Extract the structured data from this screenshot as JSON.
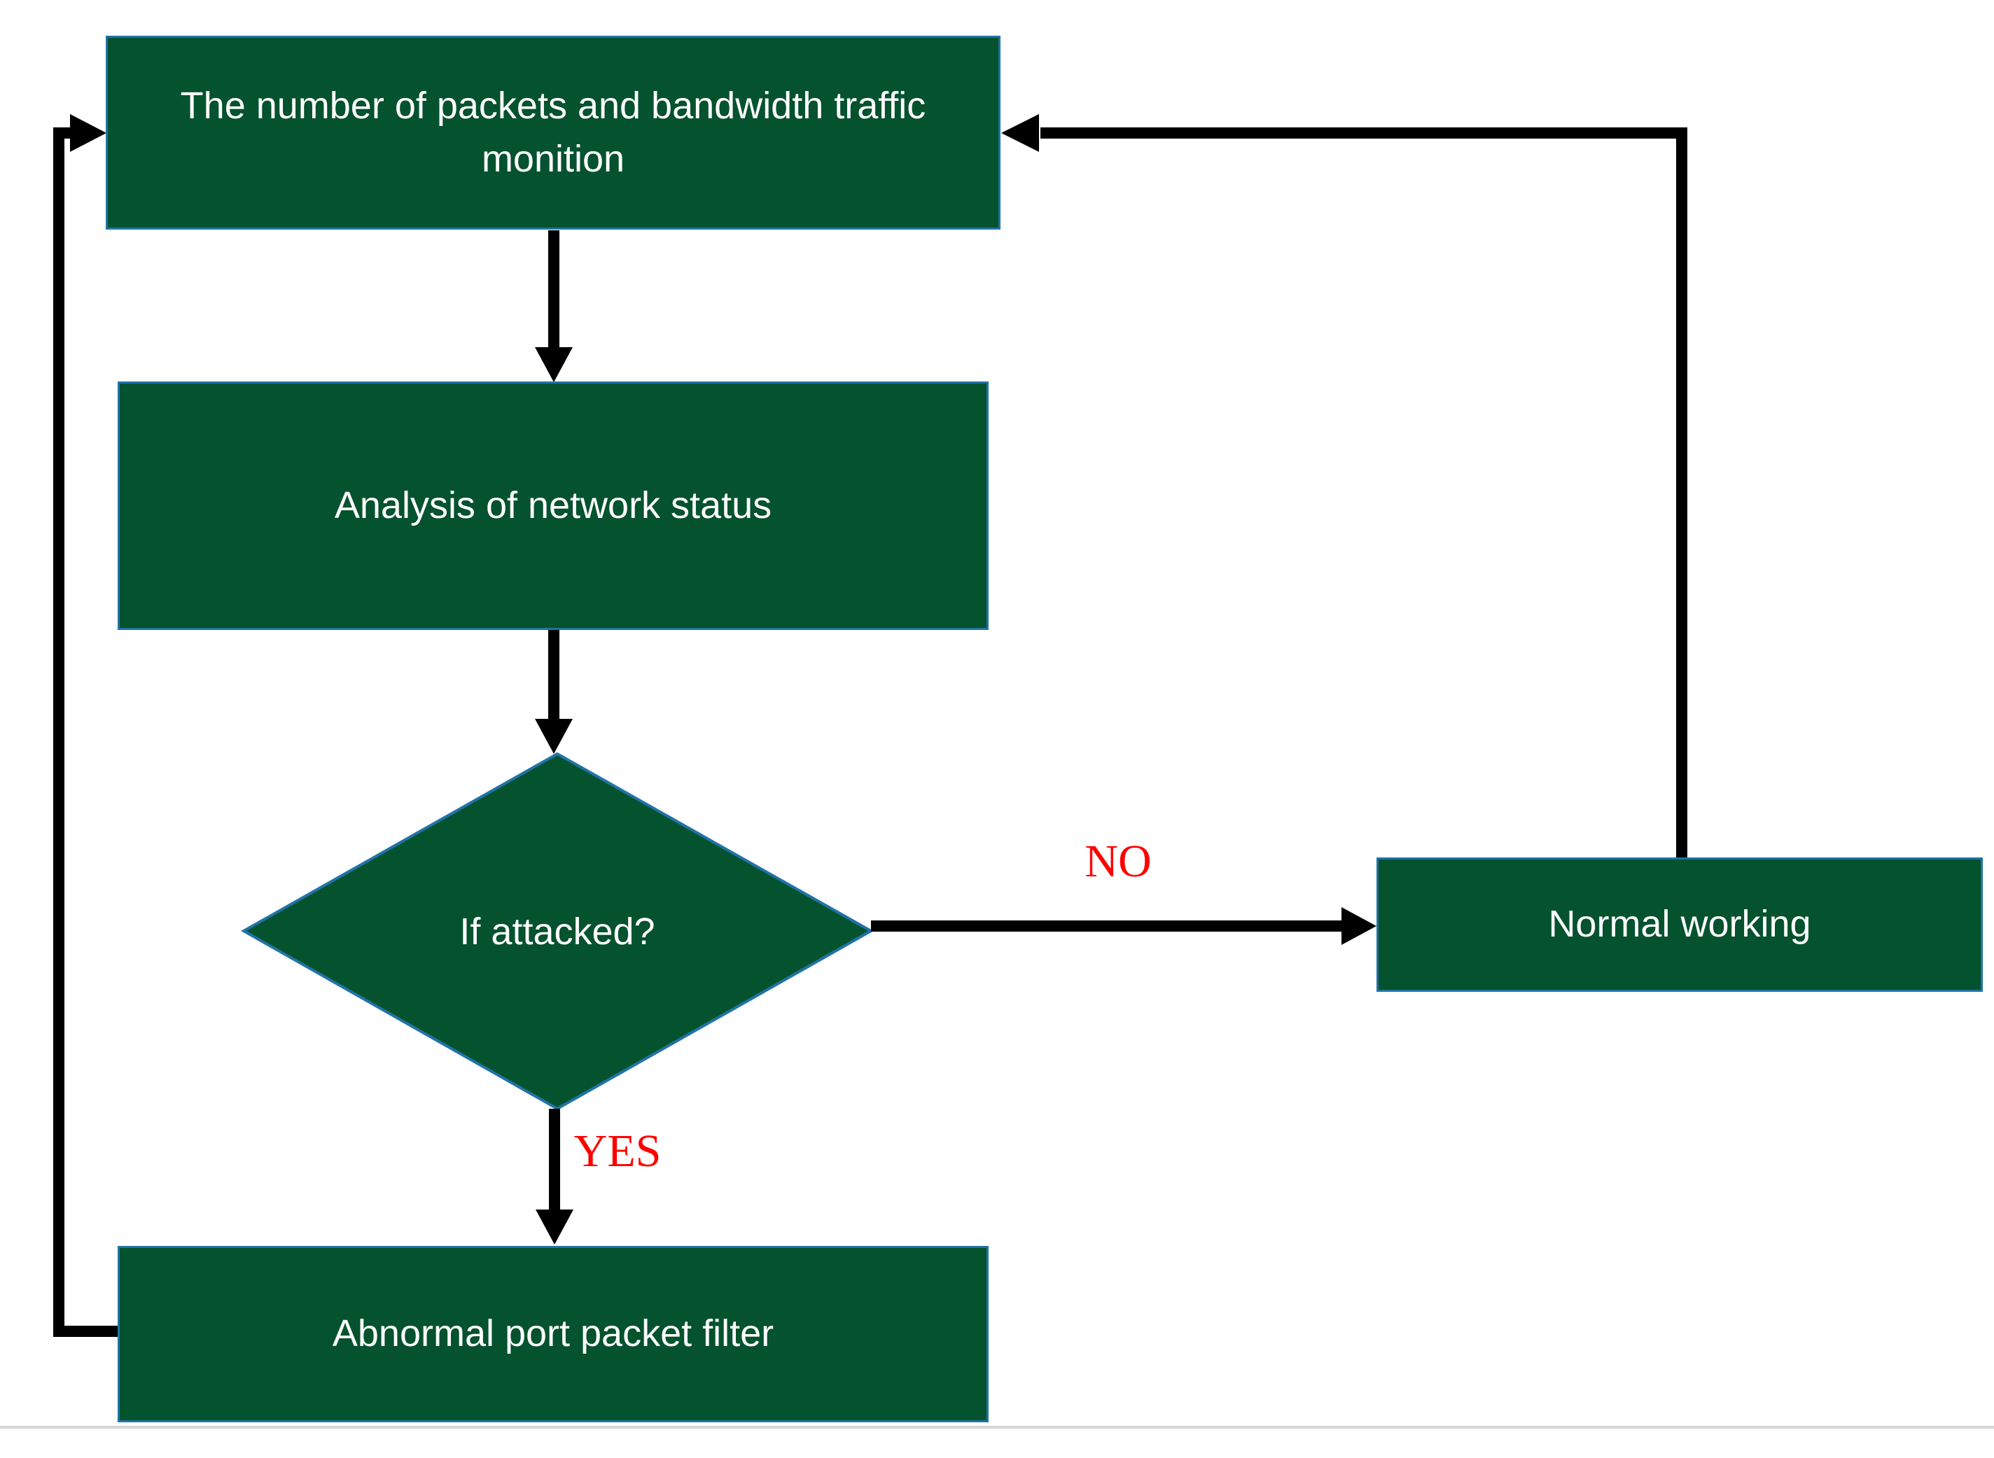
{
  "colors": {
    "node_fill": "#05522e",
    "node_border": "#2173a6",
    "node_text": "#ffffff",
    "arrow": "#000000",
    "edge_label": "#ff0000",
    "divider": "#d6d6d6",
    "background": "#ffffff"
  },
  "nodes": {
    "monitor": {
      "shape": "rect",
      "label": "The number of packets and bandwidth traffic monition"
    },
    "analysis": {
      "shape": "rect",
      "label": "Analysis of network status"
    },
    "decision": {
      "shape": "diamond",
      "label": "If attacked?"
    },
    "normal": {
      "shape": "rect",
      "label": "Normal working"
    },
    "filter": {
      "shape": "rect",
      "label": "Abnormal port packet filter"
    }
  },
  "edges": {
    "no_label": "NO",
    "yes_label": "YES"
  }
}
